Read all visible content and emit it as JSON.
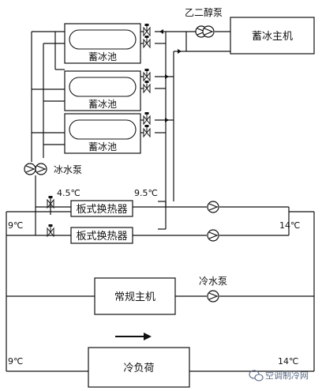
{
  "labels": {
    "glycol_pump": "乙二醇泵",
    "ice_chiller": "蓄冰主机",
    "ice_tank_1": "蓄冰池",
    "ice_tank_2": "蓄冰池",
    "ice_tank_3": "蓄冰池",
    "ice_water_pump": "冰水泵",
    "plate_hx_1": "板式换热器",
    "plate_hx_2": "板式换热器",
    "conventional_chiller": "常规主机",
    "chilled_water_pump": "冷水泵",
    "cooling_load": "冷负荷"
  },
  "temperatures": {
    "t_4_5": "4.5℃",
    "t_9_5": "9.5℃",
    "t_9_left_top": "9℃",
    "t_14_right_top": "14℃",
    "t_9_left_bottom": "9℃",
    "t_14_right_bottom": "14℃"
  },
  "watermark": {
    "text": "空调制冷网",
    "icon": "wechat-icon"
  },
  "colors": {
    "line": "#111111",
    "background": "#ffffff",
    "watermark": "#5a6b86"
  }
}
